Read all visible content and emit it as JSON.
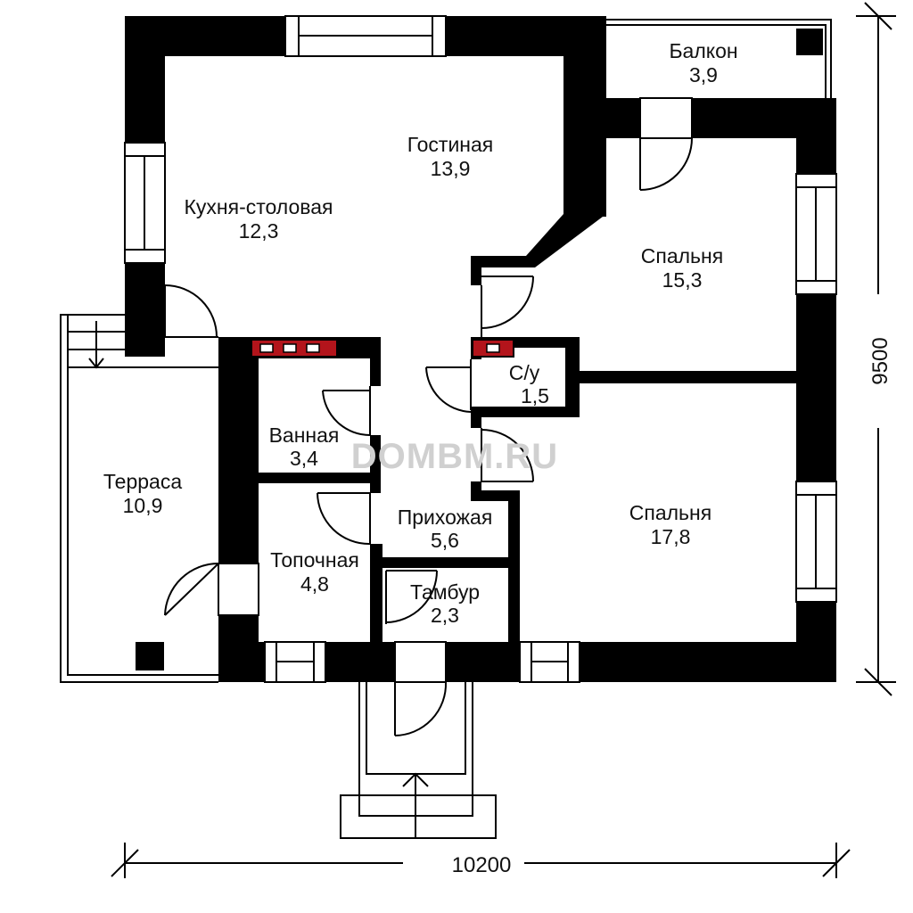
{
  "plan": {
    "watermark": "DOMBM.RU",
    "dimensions": {
      "width": "10200",
      "height": "9500"
    },
    "rooms": [
      {
        "id": "balcony",
        "name": "Балкон",
        "area": "3,9"
      },
      {
        "id": "living",
        "name": "Гостиная",
        "area": "13,9"
      },
      {
        "id": "kitchen",
        "name": "Кухня-столовая",
        "area": "12,3"
      },
      {
        "id": "bedroom1",
        "name": "Спальня",
        "area": "15,3"
      },
      {
        "id": "wc",
        "name": "С/у",
        "area": "1,5"
      },
      {
        "id": "bathroom",
        "name": "Ванная",
        "area": "3,4"
      },
      {
        "id": "terrace",
        "name": "Терраса",
        "area": "10,9"
      },
      {
        "id": "bedroom2",
        "name": "Спальня",
        "area": "17,8"
      },
      {
        "id": "hall",
        "name": "Прихожая",
        "area": "5,6"
      },
      {
        "id": "boiler",
        "name": "Топочная",
        "area": "4,8"
      },
      {
        "id": "vestibule",
        "name": "Тамбур",
        "area": "2,3"
      }
    ],
    "colors": {
      "wall": "#000000",
      "stove": "#b3141b",
      "watermark": "#d0d0d0"
    }
  }
}
